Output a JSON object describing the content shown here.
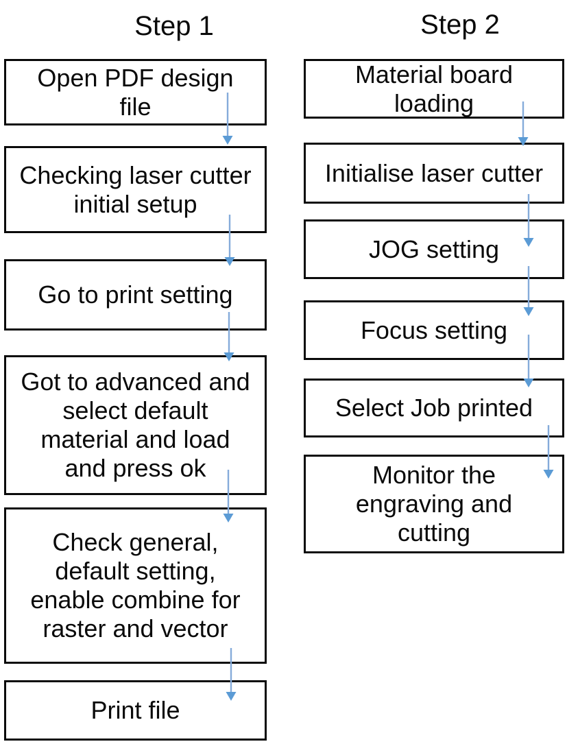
{
  "diagram": {
    "type": "flowchart",
    "columns": [
      {
        "title": "Step 1",
        "boxes": [
          {
            "label": "Open PDF design\nfile"
          },
          {
            "label": "Checking laser cutter\ninitial setup"
          },
          {
            "label": "Go to print setting"
          },
          {
            "label": "Got to advanced and\nselect default\nmaterial and load\nand press ok"
          },
          {
            "label": "Check general,\ndefault setting,\nenable combine for\nraster and vector"
          },
          {
            "label": "Print file"
          }
        ]
      },
      {
        "title": "Step 2",
        "boxes": [
          {
            "label": "Material board\nloading"
          },
          {
            "label": "Initialise laser cutter"
          },
          {
            "label": "JOG setting"
          },
          {
            "label": "Focus setting"
          },
          {
            "label": "Select Job printed"
          },
          {
            "label": "Monitor the\nengraving and\ncutting"
          }
        ]
      }
    ]
  },
  "colors": {
    "background": "#ffffff",
    "text": "#0a0a0a",
    "box_border": "#0a0a0a",
    "arrow_line": "#85abda",
    "arrow_head": "#5b9bd5"
  }
}
